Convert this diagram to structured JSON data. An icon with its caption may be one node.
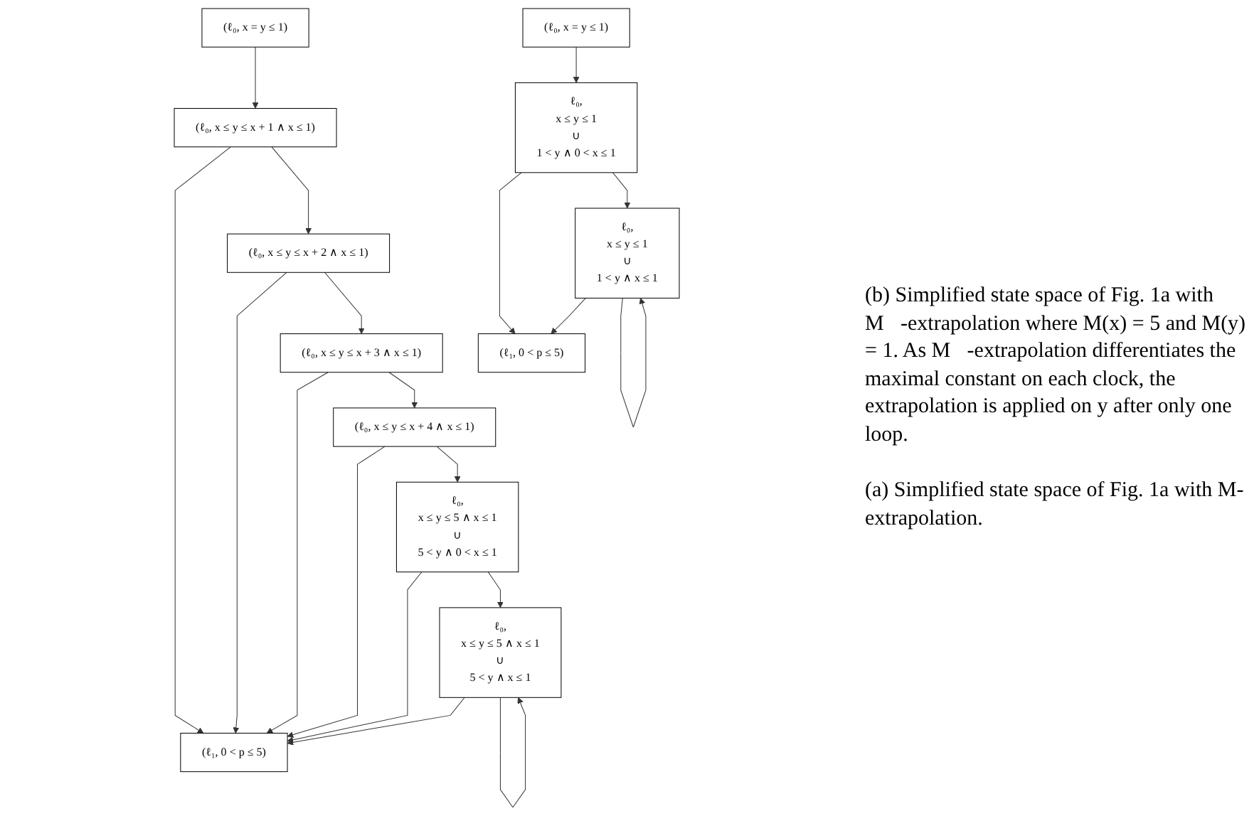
{
  "diagram": {
    "nodes": [
      {
        "text": [
          "(ℓ₀, x = y ≤ 1)"
        ]
      },
      {
        "text": [
          "(ℓ₀, x ≤ y ≤ x + 1 ∧ x ≤ 1)"
        ]
      },
      {
        "text": [
          "(ℓ₁, 0 < p ≤ 5)"
        ]
      },
      {
        "text": [
          "(ℓ₀, x ≤ y ≤ x + 2 ∧ x ≤ 1)"
        ]
      },
      {
        "text": [
          "(ℓ₀, x ≤ y ≤ x + 3 ∧ x ≤ 1)"
        ]
      },
      {
        "text": [
          "(ℓ₀, x ≤ y ≤ x + 4 ∧ x ≤ 1)"
        ]
      },
      {
        "text": [
          "ℓ₀,",
          "x ≤ y ≤ 5 ∧ x ≤ 1",
          "∪",
          "5 < y ∧ 0 < x ≤ 1"
        ]
      },
      {
        "text": [
          "ℓ₀,",
          "x ≤ y ≤ 5 ∧ x ≤ 1",
          "∪",
          "5 < y ∧ x ≤ 1"
        ]
      },
      {
        "text": [
          "(ℓ₀, x = y ≤ 1)"
        ]
      },
      {
        "text": [
          "ℓ₀,",
          "x ≤ y ≤ 1",
          "∪",
          "1 < y ∧ 0 < x ≤ 1"
        ]
      },
      {
        "text": [
          "(ℓ₁, 0 < p ≤ 5)"
        ]
      },
      {
        "text": [
          "ℓ₀,",
          "x ≤ y ≤ 1",
          "∪",
          "1 < y ∧ x ≤ 1"
        ]
      }
    ],
    "edges": [
      {
        "from": 0,
        "to": 1,
        "arrow": "to"
      },
      {
        "from": 1,
        "to": 2,
        "arrow": "to"
      },
      {
        "from": 1,
        "to": 3,
        "arrow": "to"
      },
      {
        "from": 3,
        "to": 2,
        "arrow": "to"
      },
      {
        "from": 3,
        "to": 4,
        "arrow": "to"
      },
      {
        "from": 4,
        "to": 2,
        "arrow": "to"
      },
      {
        "from": 4,
        "to": 5,
        "arrow": "to"
      },
      {
        "from": 5,
        "to": 2,
        "arrow": "to"
      },
      {
        "from": 5,
        "to": 6,
        "arrow": "to"
      },
      {
        "from": 6,
        "to": 2,
        "arrow": "to"
      },
      {
        "from": 6,
        "to": 7,
        "arrow": "to"
      },
      {
        "from": 7,
        "to": 2,
        "arrow": "to"
      },
      {
        "from": 7,
        "to": 7,
        "arrow": "to"
      },
      {
        "from": 8,
        "to": 9,
        "arrow": "to"
      },
      {
        "from": 9,
        "to": 10,
        "arrow": "to"
      },
      {
        "from": 9,
        "to": 11,
        "arrow": "to"
      },
      {
        "from": 11,
        "to": 10,
        "arrow": "to"
      },
      {
        "from": 11,
        "to": 11,
        "arrow": "to"
      }
    ],
    "labels": [
      "(b) Simplified state space of Fig. 1a with M⃗-extrapolation where M(x) = 5 and M(y) = 1. As M⃗-extrapolation differentiates the maximal constant on each clock, the extrapolation is applied on y after only one loop.",
      "(a) Simplified state space of Fig. 1a with M-extrapolation."
    ]
  }
}
